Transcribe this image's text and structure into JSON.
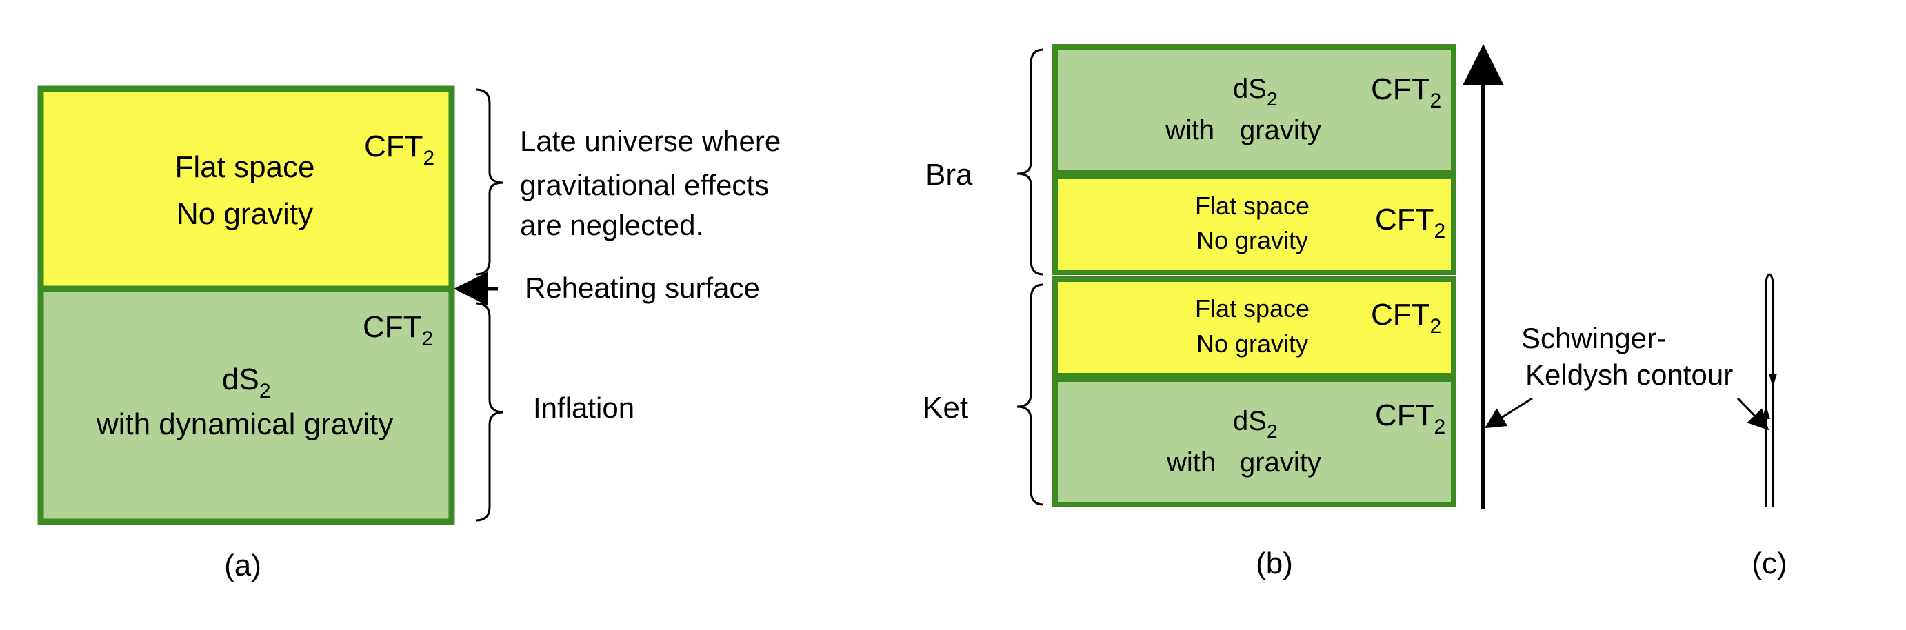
{
  "colors": {
    "green_fill": "#b3d296",
    "yellow_fill": "#f9f94e",
    "border_green": "#3b8a24",
    "ink": "#000000",
    "background": "#ffffff"
  },
  "panel_a": {
    "top_box": {
      "line1": "Flat space",
      "line2": "No gravity",
      "cft": "CFT",
      "cft_sub": "2"
    },
    "bottom_box": {
      "ds": "dS",
      "ds_sub": "2",
      "line2": "with dynamical gravity",
      "cft": "CFT",
      "cft_sub": "2"
    },
    "late_universe": {
      "line1": "Late universe where",
      "line2": "gravitational effects",
      "line3": "are neglected."
    },
    "reheating_label": "Reheating surface",
    "inflation_label": "Inflation",
    "caption": "(a)"
  },
  "panel_b": {
    "box1": {
      "ds": "dS",
      "ds_sub": "2",
      "line2_a": "with",
      "line2_b": "gravity",
      "cft": "CFT",
      "cft_sub": "2"
    },
    "box2": {
      "line1": "Flat space",
      "line2": "No gravity",
      "cft": "CFT",
      "cft_sub": "2"
    },
    "box3": {
      "line1": "Flat space",
      "line2": "No gravity",
      "cft": "CFT",
      "cft_sub": "2"
    },
    "box4": {
      "ds": "dS",
      "ds_sub": "2",
      "line2_a": "with",
      "line2_b": "gravity",
      "cft": "CFT",
      "cft_sub": "2"
    },
    "bra_label": "Bra",
    "ket_label": "Ket",
    "caption": "(b)"
  },
  "contour_label": {
    "line1": "Schwinger-",
    "line2": "Keldysh contour"
  },
  "panel_c": {
    "caption": "(c)"
  }
}
